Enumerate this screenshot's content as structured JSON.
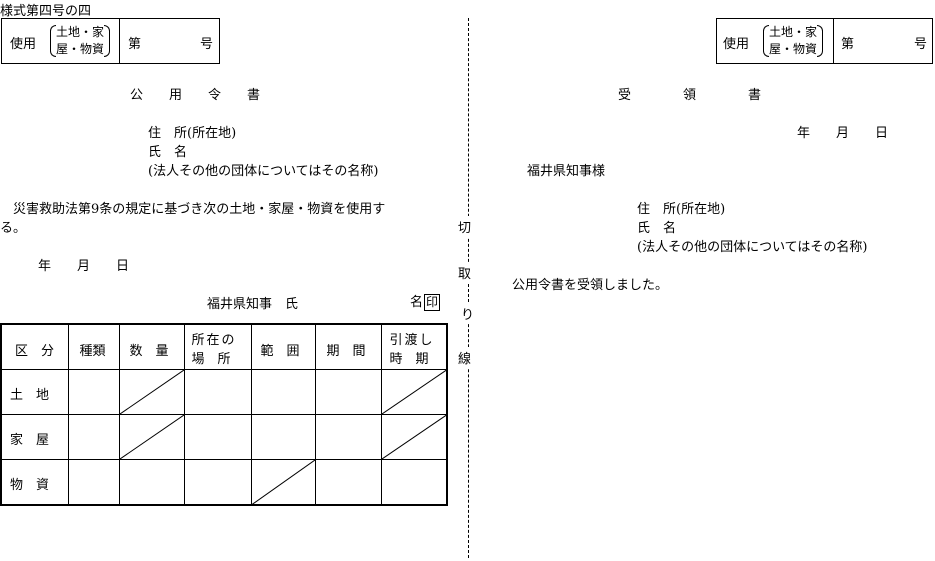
{
  "form_number": "様式第四号の四",
  "left_header": {
    "use_label": "使用",
    "paren_line1": "土地・家",
    "paren_line2": "屋・物資",
    "number_label": "第",
    "number_suffix": "号"
  },
  "right_header": {
    "use_label": "使用",
    "paren_line1": "土地・家",
    "paren_line2": "屋・物資",
    "number_label": "第",
    "number_suffix": "号"
  },
  "order": {
    "title": "公　　用　　令　　書",
    "address_label": "住　所(所在地)",
    "name_label": "氏　名",
    "corp_note": "(法人その他の団体についてはその名称)",
    "body_line1": "　災害救助法第9条の規定に基づき次の土地・家屋・物資を使用す",
    "body_line2": "る。",
    "date_line": "年　　月　　日",
    "issuer": "福井県知事　氏",
    "issuer_name_suffix": "名",
    "seal": "印"
  },
  "table": {
    "headers": [
      "区　分",
      "種類",
      "数　量",
      "所在の",
      "場　所",
      "範　囲",
      "期　間",
      "引渡し",
      "時　期"
    ],
    "rows": [
      "土　地",
      "家　屋",
      "物　資"
    ]
  },
  "cut_line": {
    "chars": [
      "切",
      "取",
      "り",
      "線"
    ]
  },
  "receipt": {
    "title": "受　　　　領　　　　書",
    "date_line": "年　　月　　日",
    "addressee": "福井県知事様",
    "address_label": "住　所(所在地)",
    "name_label": "氏　名",
    "corp_note": "(法人その他の団体についてはその名称)",
    "statement": "公用令書を受領しました。"
  }
}
